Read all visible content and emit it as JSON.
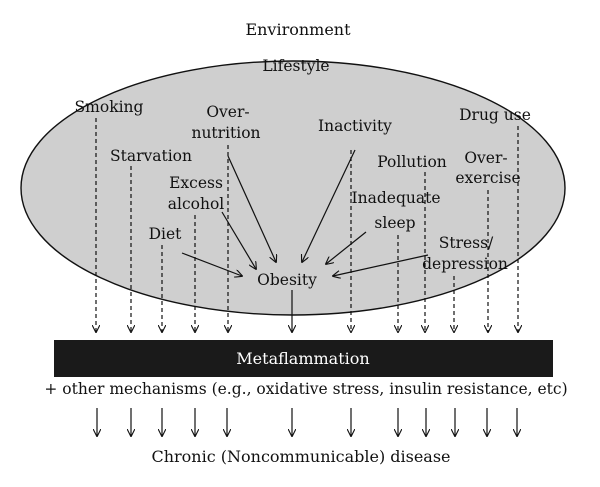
{
  "environment": "Environment",
  "lifestyle": "Lifestyle",
  "factors": {
    "smoking": "Smoking",
    "starvation": "Starvation",
    "diet": "Diet",
    "excess_alcohol": [
      "Excess",
      "alcohol"
    ],
    "over_nutrition": [
      "Over-",
      "nutrition"
    ],
    "inactivity": "Inactivity",
    "pollution": "Pollution",
    "inadequate_sleep": [
      "Inadequate",
      "sleep"
    ],
    "drug_use": "Drug use",
    "over_exercise": [
      "Over-",
      "exercise"
    ],
    "stress_depression": [
      "Stress/",
      "depression"
    ]
  },
  "obesity": "Obesity",
  "metaflammation": "Metaflammation",
  "other_mechanisms": "+ other mechanisms (e.g., oxidative stress, insulin resistance, etc)",
  "outcome": "Chronic (Noncommunicable) disease",
  "colors": {
    "ellipse_fill": "#cfcfcf",
    "bar_fill": "#1a1a1a",
    "ink": "#111111"
  }
}
